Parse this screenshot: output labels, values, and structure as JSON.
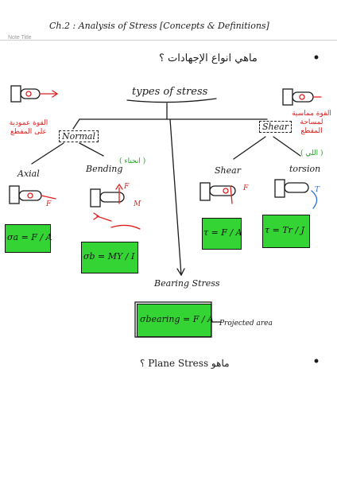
{
  "header": {
    "title": "Ch.2 : Analysis of Stress [Concepts & Definitions]",
    "note_title": "Note Title"
  },
  "question1": "ماهي انواع الإجهادات ؟",
  "question2": "ماهو Plane Stress ؟",
  "center_title": "types of stress",
  "left_branch": {
    "label": "Normal",
    "arabic_note": "القوة عمودية على المقطع",
    "axial": {
      "label": "Axial",
      "force": "F",
      "formula": "σa = F / A"
    },
    "bending": {
      "label": "Bending",
      "green_note": "( انحناء )",
      "force": "F",
      "moment": "M",
      "formula": "σb = MY / I"
    }
  },
  "right_branch": {
    "label": "Shear",
    "arabic_note": "القوة مماسية لمساحة المقطع",
    "green_note": "( اللي )",
    "shear": {
      "label": "Shear",
      "force": "F",
      "formula": "τ = F / A"
    },
    "torsion": {
      "label": "torsion",
      "torque": "T",
      "formula": "τ = Tr / J"
    }
  },
  "bearing": {
    "label": "Bearing Stress",
    "formula": "σbearing = F / A",
    "note": "Projected area"
  },
  "colors": {
    "highlight": "#35d435",
    "accent_red": "#e01e1e",
    "ink": "#1b1b1b",
    "green_ink": "#1aa51a"
  }
}
